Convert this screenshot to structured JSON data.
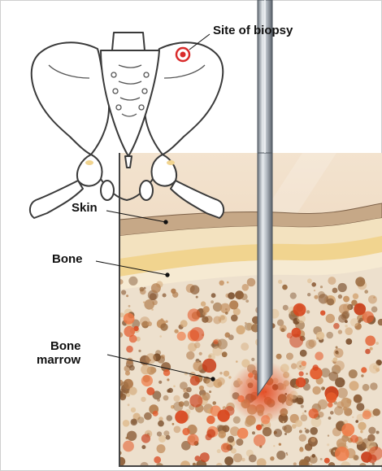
{
  "labels": {
    "site_of_biopsy": "Site of biopsy",
    "skin": "Skin",
    "bone": "Bone",
    "bone_marrow_line1": "Bone",
    "bone_marrow_line2": "marrow"
  },
  "colors": {
    "frame": "#4a4a4a",
    "skin": "#e9d0b2",
    "skin_layer": "#b89a7c",
    "bone_outer": "#f2dba4",
    "bone_inner": "#f6ead0",
    "marrow_base": "#efe2cf",
    "marrow_red": "#e35a2a",
    "needle": "#a6adb5",
    "biopsy_marker": "#d92b2b"
  }
}
